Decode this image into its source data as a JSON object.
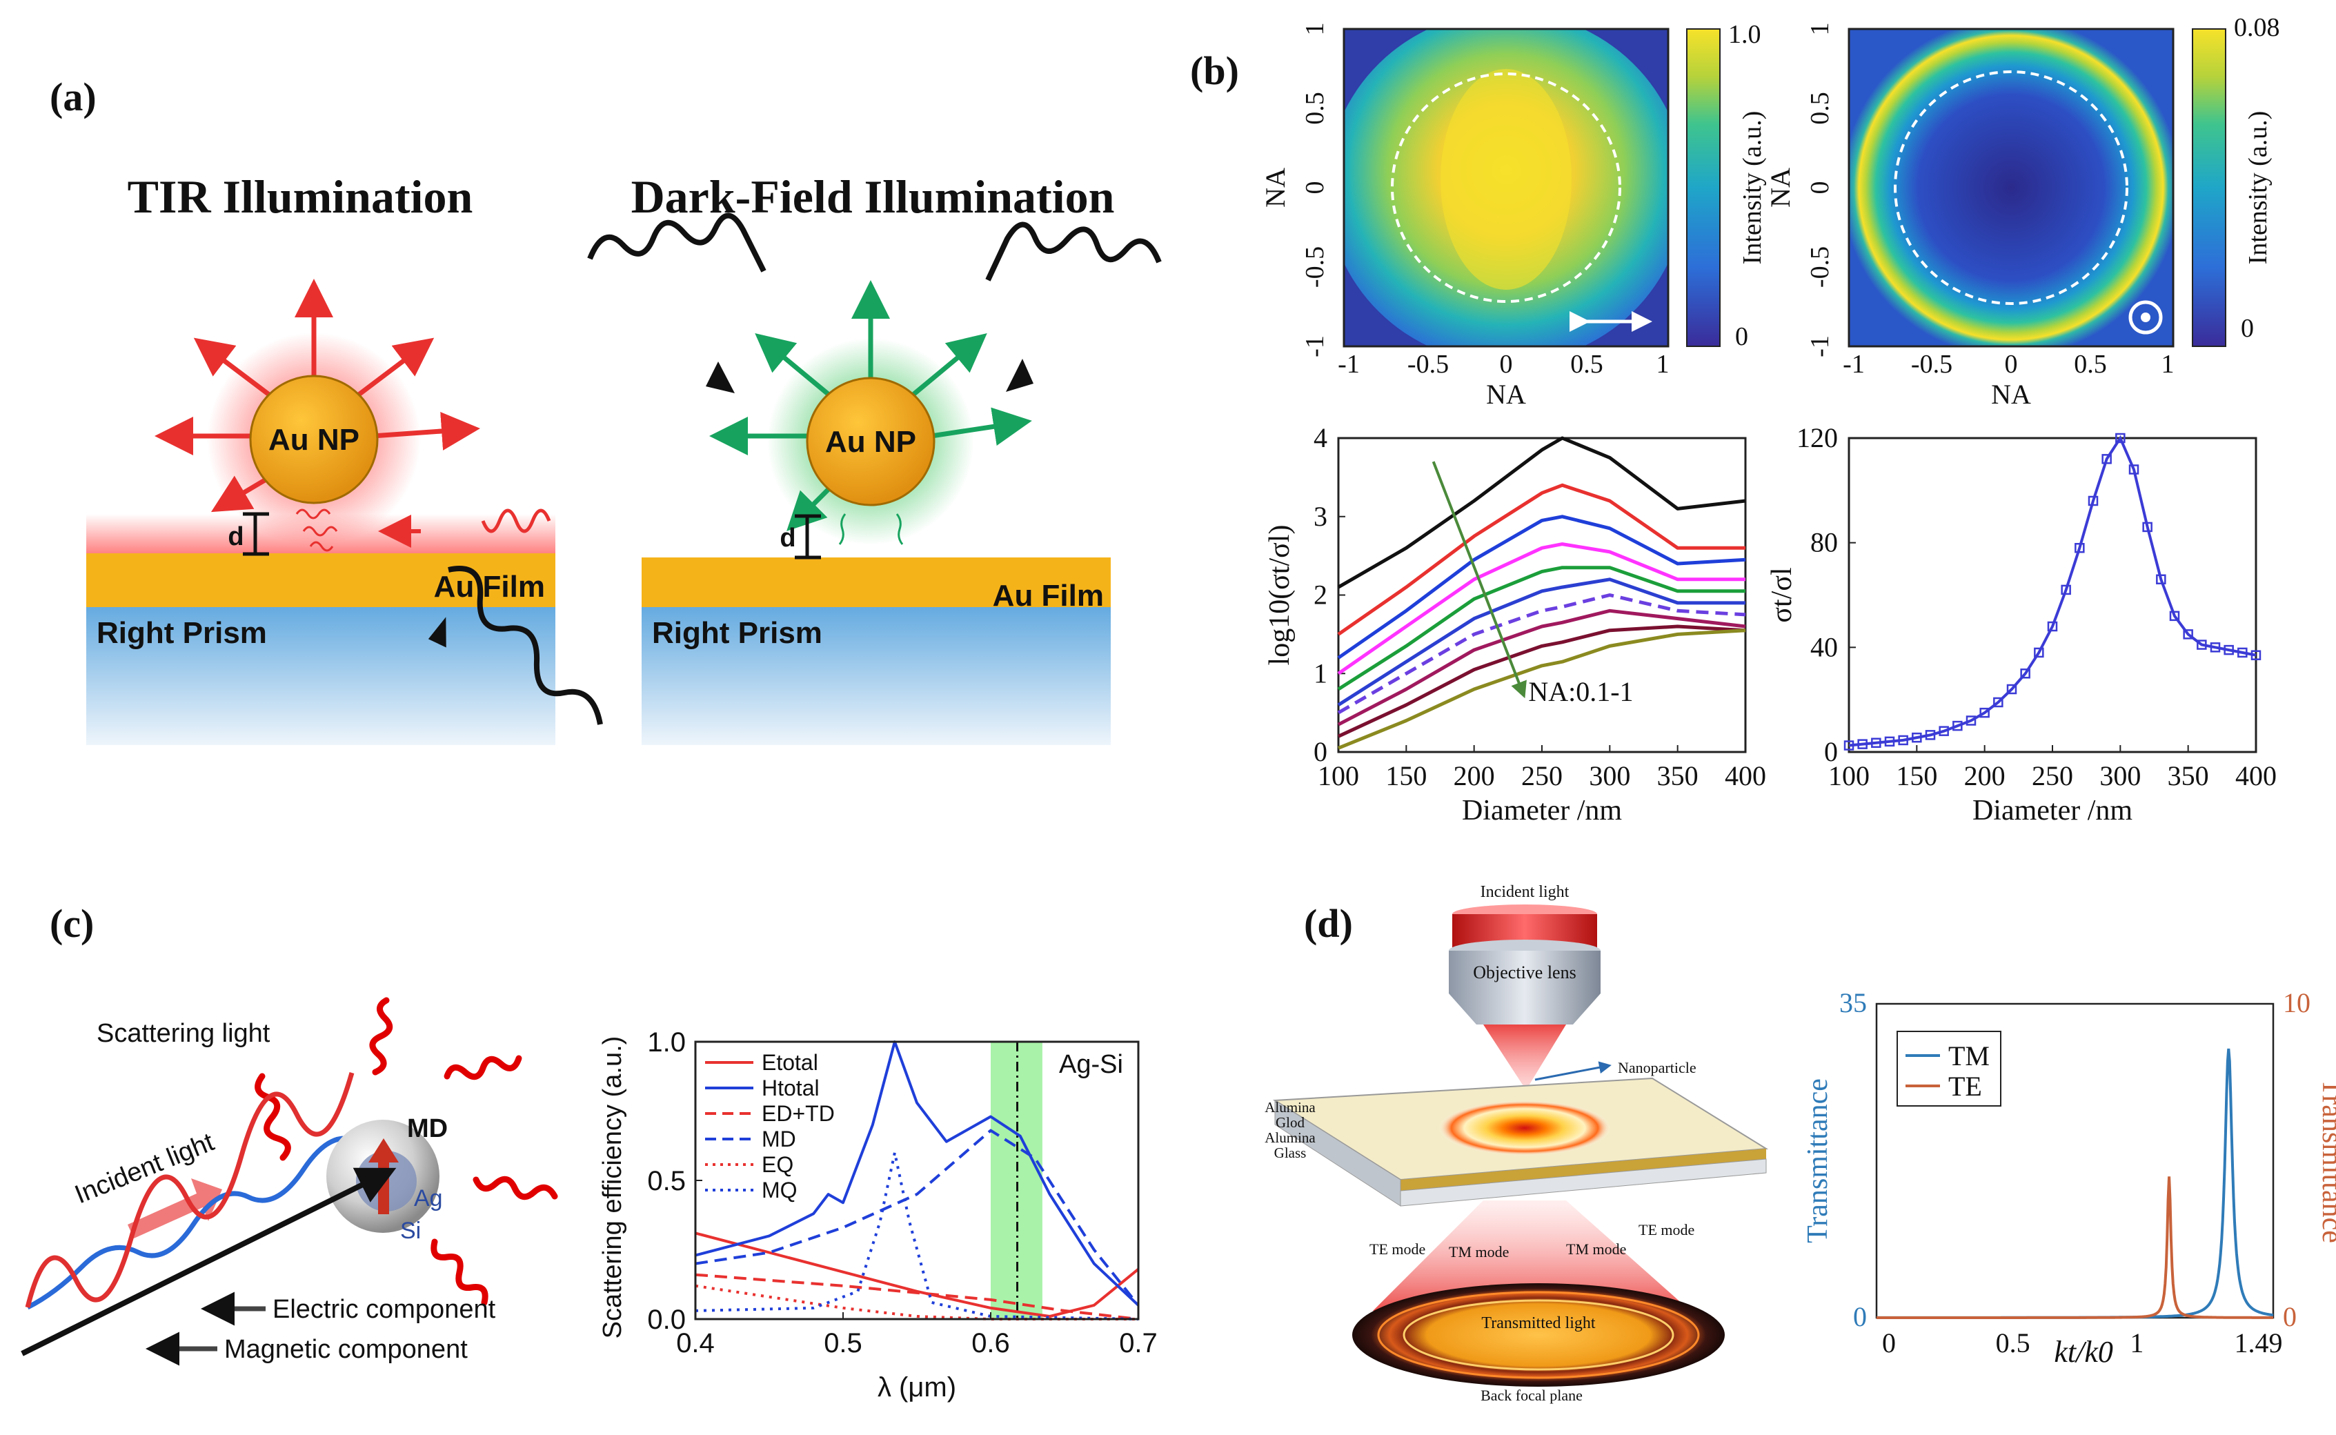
{
  "panel_labels": {
    "a": "(a)",
    "b": "(b)",
    "c": "(c)",
    "d": "(d)"
  },
  "panel_a": {
    "tir_title": "TIR Illumination",
    "df_title": "Dark-Field Illumination",
    "np_label": "Au NP",
    "gap_label": "d",
    "film_label": "Au Film",
    "prism_label": "Right Prism",
    "colors": {
      "tir_arrow": "#e8312f",
      "df_arrow": "#17a35e",
      "film": "#f5b31a",
      "prism": "#6aaee0",
      "np": "#f0a31c"
    }
  },
  "panel_b": {
    "map_left": {
      "x_label": "NA",
      "y_label": "NA",
      "cbar_label": "Intensity (a.u.)",
      "cbar_max": "1.0",
      "cbar_min": "0",
      "ticks": [
        "-1",
        "-0.5",
        "0",
        "0.5",
        "1"
      ],
      "polarization": "horizontal double arrow"
    },
    "map_right": {
      "x_label": "NA",
      "y_label": "NA",
      "cbar_label": "Intensity (a.u.)",
      "cbar_max": "0.08",
      "cbar_min": "0",
      "ticks": [
        "-1",
        "-0.5",
        "0",
        "0.5",
        "1"
      ],
      "polarization": "out-of-plane dot"
    },
    "colormap": [
      "#3a2c9a",
      "#2d6fd8",
      "#1fa6c8",
      "#3fc48e",
      "#b6d23b",
      "#f6e22a"
    ]
  },
  "panel_c": {
    "scatter_label": "Scattering light",
    "incident_label": "Incident light",
    "md_label": "MD",
    "ag_label": "Ag",
    "si_label": "Si",
    "electric_label": "Electric component",
    "magnetic_label": "Magnetic component",
    "shaded_label": "Ag-Si"
  },
  "panel_d": {
    "incident_label": "Incident light",
    "objective_label": "Objective lens",
    "nanoparticle_label": "Nanoparticle",
    "layer_labels": [
      "Alumina",
      "Glod",
      "Alumina",
      "Glass"
    ],
    "te_mode_left": "TE mode",
    "tm_mode_left": "TM mode",
    "tm_mode_right": "TM mode",
    "te_mode_right": "TE mode",
    "transmitted_label": "Transmitted light",
    "bfp_label": "Back focal plane"
  },
  "chart_data": [
    {
      "type": "line",
      "id": "b3",
      "xlabel": "Diameter /nm",
      "ylabel": "log10(σt/σl)",
      "xlim": [
        100,
        400
      ],
      "ylim": [
        0,
        4
      ],
      "xticks": [
        100,
        150,
        200,
        250,
        300,
        350,
        400
      ],
      "yticks": [
        0,
        1,
        2,
        3,
        4
      ],
      "annotation": "NA:0.1-1",
      "x": [
        100,
        150,
        200,
        250,
        265,
        300,
        350,
        400
      ],
      "series": [
        {
          "color": "#111111",
          "dash": false,
          "values": [
            2.1,
            2.6,
            3.2,
            3.85,
            4.0,
            3.75,
            3.1,
            3.2
          ]
        },
        {
          "color": "#e8312f",
          "dash": false,
          "values": [
            1.5,
            2.1,
            2.75,
            3.3,
            3.4,
            3.2,
            2.6,
            2.6
          ]
        },
        {
          "color": "#1f3fd9",
          "dash": false,
          "values": [
            1.2,
            1.8,
            2.45,
            2.95,
            3.0,
            2.85,
            2.4,
            2.45
          ]
        },
        {
          "color": "#ff33ff",
          "dash": false,
          "values": [
            1.0,
            1.6,
            2.2,
            2.6,
            2.65,
            2.55,
            2.2,
            2.2
          ]
        },
        {
          "color": "#1b9e3a",
          "dash": false,
          "values": [
            0.8,
            1.35,
            1.95,
            2.3,
            2.35,
            2.35,
            2.05,
            2.05
          ]
        },
        {
          "color": "#2b3fd1",
          "dash": false,
          "values": [
            0.6,
            1.15,
            1.7,
            2.05,
            2.1,
            2.2,
            1.9,
            1.9
          ]
        },
        {
          "color": "#6a3fe0",
          "dash": true,
          "values": [
            0.5,
            1.0,
            1.5,
            1.8,
            1.85,
            2.0,
            1.8,
            1.75
          ]
        },
        {
          "color": "#a0195e",
          "dash": false,
          "values": [
            0.35,
            0.8,
            1.3,
            1.6,
            1.65,
            1.8,
            1.7,
            1.6
          ]
        },
        {
          "color": "#7a1030",
          "dash": false,
          "values": [
            0.2,
            0.6,
            1.05,
            1.35,
            1.4,
            1.55,
            1.6,
            1.55
          ]
        },
        {
          "color": "#8a8a20",
          "dash": false,
          "values": [
            0.05,
            0.4,
            0.8,
            1.1,
            1.15,
            1.35,
            1.5,
            1.55
          ]
        }
      ]
    },
    {
      "type": "line",
      "id": "b4",
      "xlabel": "Diameter /nm",
      "ylabel": "σt/σl",
      "xlim": [
        100,
        400
      ],
      "ylim": [
        0,
        120
      ],
      "xticks": [
        100,
        150,
        200,
        250,
        300,
        350,
        400
      ],
      "yticks": [
        0,
        40,
        80,
        120
      ],
      "markers": true,
      "series": [
        {
          "color": "#3b3bd6",
          "x": [
            100,
            110,
            120,
            130,
            140,
            150,
            160,
            170,
            180,
            190,
            200,
            210,
            220,
            230,
            240,
            250,
            260,
            270,
            280,
            290,
            300,
            310,
            320,
            330,
            340,
            350,
            360,
            370,
            380,
            390,
            400
          ],
          "values": [
            2.5,
            3,
            3.5,
            4,
            4.5,
            5.5,
            6.5,
            8,
            10,
            12,
            15,
            19,
            24,
            30,
            38,
            48,
            62,
            78,
            96,
            112,
            120,
            108,
            86,
            66,
            52,
            45,
            41,
            40,
            39,
            38,
            37
          ]
        }
      ]
    },
    {
      "type": "line",
      "id": "c",
      "xlabel": "λ (μm)",
      "ylabel": "Scattering efficiency (a.u.)",
      "xlim": [
        0.4,
        0.7
      ],
      "ylim": [
        0,
        1
      ],
      "xticks": [
        0.4,
        0.5,
        0.6,
        0.7
      ],
      "yticks": [
        0.0,
        0.5,
        1.0
      ],
      "shaded_band": [
        0.6,
        0.635
      ],
      "vline": 0.618,
      "legend": "top-left",
      "series": [
        {
          "name": "Etotal",
          "color": "#e8312f",
          "dash": "solid",
          "x": [
            0.4,
            0.45,
            0.5,
            0.55,
            0.6,
            0.64,
            0.67,
            0.7
          ],
          "values": [
            0.31,
            0.24,
            0.17,
            0.1,
            0.04,
            0.01,
            0.05,
            0.18
          ]
        },
        {
          "name": "Htotal",
          "color": "#1f3fd9",
          "dash": "solid",
          "x": [
            0.4,
            0.45,
            0.48,
            0.49,
            0.5,
            0.52,
            0.535,
            0.55,
            0.57,
            0.6,
            0.62,
            0.64,
            0.67,
            0.7
          ],
          "values": [
            0.23,
            0.3,
            0.38,
            0.45,
            0.42,
            0.7,
            1.0,
            0.78,
            0.64,
            0.73,
            0.66,
            0.45,
            0.2,
            0.05
          ]
        },
        {
          "name": "ED+TD",
          "color": "#e8312f",
          "dash": "dashed",
          "x": [
            0.4,
            0.5,
            0.6,
            0.65,
            0.7
          ],
          "values": [
            0.16,
            0.12,
            0.07,
            0.03,
            0.0
          ]
        },
        {
          "name": "MD",
          "color": "#1f3fd9",
          "dash": "dashed",
          "x": [
            0.4,
            0.45,
            0.5,
            0.55,
            0.6,
            0.63,
            0.67,
            0.7
          ],
          "values": [
            0.2,
            0.24,
            0.33,
            0.45,
            0.68,
            0.58,
            0.25,
            0.05
          ]
        },
        {
          "name": "EQ",
          "color": "#e8312f",
          "dash": "dotted",
          "x": [
            0.4,
            0.45,
            0.5,
            0.55,
            0.6,
            0.7
          ],
          "values": [
            0.12,
            0.08,
            0.04,
            0.01,
            0.0,
            0.0
          ]
        },
        {
          "name": "MQ",
          "color": "#1f3fd9",
          "dash": "dotted",
          "x": [
            0.4,
            0.48,
            0.51,
            0.525,
            0.535,
            0.545,
            0.56,
            0.6,
            0.7
          ],
          "values": [
            0.03,
            0.04,
            0.1,
            0.35,
            0.6,
            0.35,
            0.06,
            0.01,
            0.0
          ]
        }
      ]
    },
    {
      "type": "line",
      "id": "d",
      "xlabel": "kt/k0",
      "ylabel": "Transmittance",
      "y2label": "Transmittance",
      "xlim": [
        -0.05,
        1.55
      ],
      "ylim": [
        0,
        35
      ],
      "y2lim": [
        0,
        10
      ],
      "xticks": [
        "0",
        "0.5",
        "1",
        "1.49"
      ],
      "yticks": [
        "0",
        "35"
      ],
      "y2ticks": [
        "0",
        "10"
      ],
      "legend": "top-left",
      "series": [
        {
          "name": "TM",
          "color": "#2f7bb8",
          "axis": "left",
          "peak_x": 1.37,
          "peak_y": 30,
          "width": 0.018
        },
        {
          "name": "TE",
          "color": "#c8623a",
          "axis": "right",
          "peak_x": 1.13,
          "peak_y": 4.5,
          "width": 0.009
        }
      ]
    }
  ]
}
